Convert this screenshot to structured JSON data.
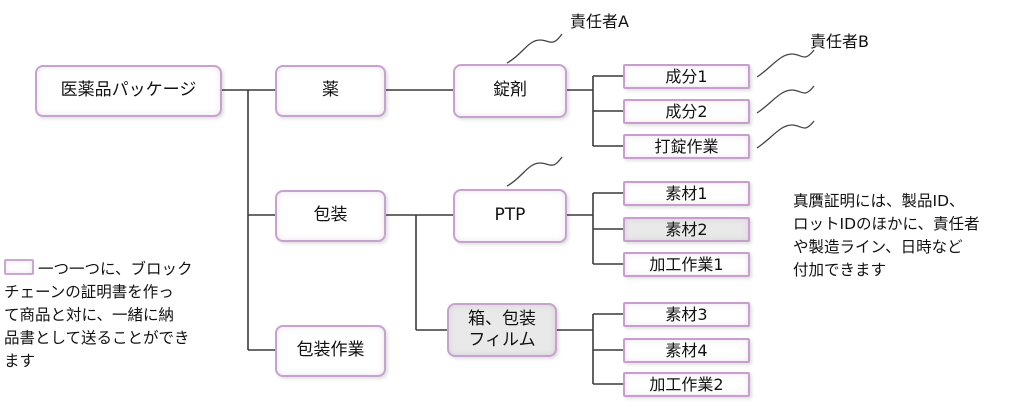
{
  "nodes": {
    "root": "医薬品パッケージ",
    "drug": "薬",
    "packaging": "包装",
    "packaging_work": "包装作業",
    "tablet": "錠剤",
    "ptp": "PTP",
    "box_film": "箱、包装\nフィルム",
    "ingredient1": "成分1",
    "ingredient2": "成分2",
    "tableting": "打錠作業",
    "material1": "素材1",
    "material2": "素材2",
    "processing1": "加工作業1",
    "material3": "素材3",
    "material4": "素材4",
    "processing2": "加工作業2"
  },
  "labels": {
    "person_a": "責任者A",
    "person_b": "責任者B"
  },
  "notes": {
    "authenticity": "真贋証明には、製品ID、\nロットIDのほかに、責任者\nや製造ライン、日時など\n付加できます",
    "legend": "一つ一つに、ブロック\nチェーンの証明書を作っ\nて商品と対に、一緒に納\n品書として送ることができ\nます"
  },
  "colors": {
    "node_border": "#c9a7cf",
    "line": "#3a3a3a",
    "gray_fill": "#e9e9e9"
  }
}
